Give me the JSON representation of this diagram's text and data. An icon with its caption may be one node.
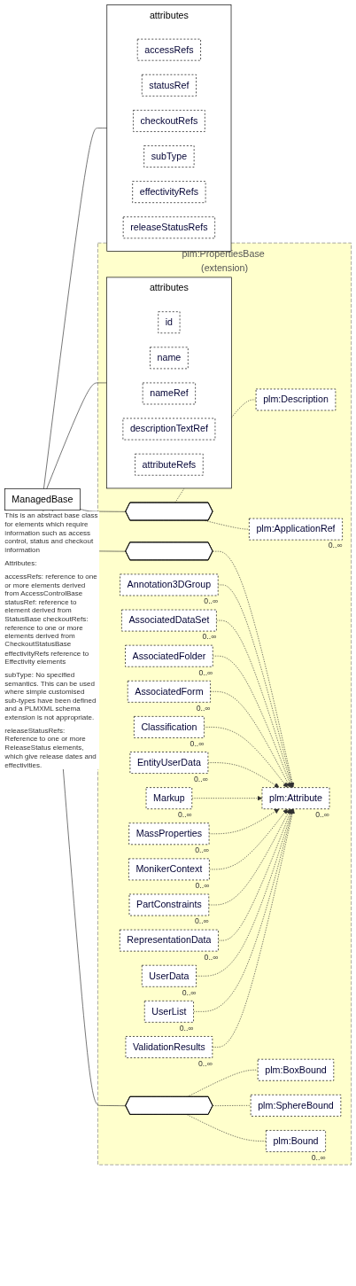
{
  "diagram": {
    "nodes": [
      {
        "text": [
          "ManagedBase"
        ],
        "beside": [
          "This is an abstract base class for elements which require information such as access control, status and checkout information",
          "Attributes:",
          "accessRefs: reference to one or more elements derived from AccessControlBase statusRef: reference to element derived from StatusBase checkoutRefs: reference to one or more elements derived from CheckoutStatusBase effectivityRefs reference to Effectivity elements",
          "subType: No specified semantics. This can be used where simple customised sub-types have been defined and a PLMXML schema extension is not appropriate.",
          "releaseStatusRefs: Reference to one or more ReleaseStatus elements, which give release dates and effectivities."
        ]
      },
      {
        "text": [
          "plm:PropertiesBase (extension)"
        ]
      },
      {
        "text": [
          "attributes"
        ],
        "in": 1
      },
      {
        "text": [
          "id"
        ],
        "in": 2
      },
      {
        "text": [
          "name"
        ],
        "in": 2
      },
      {
        "text": [
          "nameRef"
        ],
        "in": 2
      },
      {
        "text": [
          "descriptionTextRef"
        ],
        "in": 2
      },
      {
        "text": [
          "attributeRefs"
        ],
        "in": 2
      },
      {
        "text": [],
        "shape": "octagon",
        "in": 1
      },
      {
        "text": [
          "plm:Description"
        ],
        "in": 1
      },
      {
        "text": [
          "plm:ApplicationRef"
        ],
        "beside": [
          "0..∞"
        ],
        "in": 1
      },
      {
        "text": [],
        "shape": "octagon",
        "in": 1
      },
      {
        "text": [
          "plm:Attribute"
        ],
        "beside": [
          "0..∞"
        ],
        "in": 1
      },
      {
        "text": [
          "Annotation3DGroup"
        ],
        "beside": [
          "0..∞"
        ],
        "in": 1
      },
      {
        "text": [
          "AssociatedDataSet"
        ],
        "beside": [
          "0..∞"
        ],
        "in": 1
      },
      {
        "text": [
          "AssociatedFolder"
        ],
        "beside": [
          "0..∞"
        ],
        "in": 1
      },
      {
        "text": [
          "AssociatedForm"
        ],
        "beside": [
          "0..∞"
        ],
        "in": 1
      },
      {
        "text": [
          "Classification"
        ],
        "beside": [
          "0..∞"
        ],
        "in": 1
      },
      {
        "text": [
          "EntityUserData"
        ],
        "beside": [
          "0..∞"
        ],
        "in": 1
      },
      {
        "text": [
          "Markup"
        ],
        "beside": [
          "0..∞"
        ],
        "in": 1
      },
      {
        "text": [
          "MassProperties"
        ],
        "beside": [
          "0..∞"
        ],
        "in": 1
      },
      {
        "text": [
          "MonikerContext"
        ],
        "beside": [
          "0..∞"
        ],
        "in": 1
      },
      {
        "text": [
          "PartConstraints"
        ],
        "beside": [
          "0..∞"
        ],
        "in": 1
      },
      {
        "text": [
          "RepresentationData"
        ],
        "beside": [
          "0..∞"
        ],
        "in": 1
      },
      {
        "text": [
          "UserData"
        ],
        "beside": [
          "0..∞"
        ],
        "in": 1
      },
      {
        "text": [
          "UserList"
        ],
        "beside": [
          "0..∞"
        ],
        "in": 1
      },
      {
        "text": [
          "ValidationResults"
        ],
        "beside": [
          "0..∞"
        ],
        "in": 1
      },
      {
        "text": [],
        "shape": "octagon",
        "in": 1
      },
      {
        "text": [
          "plm:BoxBound"
        ],
        "in": 1
      },
      {
        "text": [
          "plm:SphereBound"
        ],
        "in": 1
      },
      {
        "text": [
          "plm:Bound"
        ],
        "beside": [
          "0..∞"
        ],
        "in": 1
      },
      {
        "text": [
          "attributes"
        ]
      },
      {
        "text": [
          "accessRefs"
        ],
        "in": 31
      },
      {
        "text": [
          "statusRef"
        ],
        "in": 31
      },
      {
        "text": [
          "checkoutRefs"
        ],
        "in": 31
      },
      {
        "text": [
          "subType"
        ],
        "in": 31
      },
      {
        "text": [
          "effectivityRefs"
        ],
        "in": 31
      },
      {
        "text": [
          "releaseStatusRefs"
        ],
        "in": 31
      }
    ],
    "edges": [
      {
        "from": 0,
        "to": 2,
        "arrow": "none"
      },
      {
        "from": 0,
        "to": 8,
        "arrow": "none"
      },
      {
        "from": 0,
        "to": 11,
        "arrow": "none"
      },
      {
        "from": 0,
        "to": 27,
        "arrow": "none"
      },
      {
        "from": 0,
        "to": 31,
        "arrow": "none"
      },
      {
        "from": 8,
        "to": 9,
        "arrow": "none",
        "style": "dashed"
      },
      {
        "from": 8,
        "to": 10,
        "arrow": "none",
        "style": "dashed"
      },
      {
        "from": 11,
        "to": 12,
        "arrow": "none",
        "style": "dashed"
      },
      {
        "from": 13,
        "to": 12,
        "arrow": "to",
        "style": "dashed"
      },
      {
        "from": 14,
        "to": 12,
        "arrow": "to",
        "style": "dashed"
      },
      {
        "from": 15,
        "to": 12,
        "arrow": "to",
        "style": "dashed"
      },
      {
        "from": 16,
        "to": 12,
        "arrow": "to",
        "style": "dashed"
      },
      {
        "from": 17,
        "to": 12,
        "arrow": "to",
        "style": "dashed"
      },
      {
        "from": 18,
        "to": 12,
        "arrow": "to",
        "style": "dashed"
      },
      {
        "from": 19,
        "to": 12,
        "arrow": "to",
        "style": "dashed"
      },
      {
        "from": 20,
        "to": 12,
        "arrow": "to",
        "style": "dashed"
      },
      {
        "from": 21,
        "to": 12,
        "arrow": "to",
        "style": "dashed"
      },
      {
        "from": 22,
        "to": 12,
        "arrow": "to",
        "style": "dashed"
      },
      {
        "from": 23,
        "to": 12,
        "arrow": "to",
        "style": "dashed"
      },
      {
        "from": 24,
        "to": 12,
        "arrow": "to",
        "style": "dashed"
      },
      {
        "from": 25,
        "to": 12,
        "arrow": "to",
        "style": "dashed"
      },
      {
        "from": 26,
        "to": 12,
        "arrow": "to",
        "style": "dashed"
      },
      {
        "from": 27,
        "to": 28,
        "arrow": "none",
        "style": "dashed"
      },
      {
        "from": 27,
        "to": 29,
        "arrow": "none",
        "style": "dashed"
      },
      {
        "from": 27,
        "to": 30,
        "arrow": "none",
        "style": "dashed"
      }
    ]
  }
}
